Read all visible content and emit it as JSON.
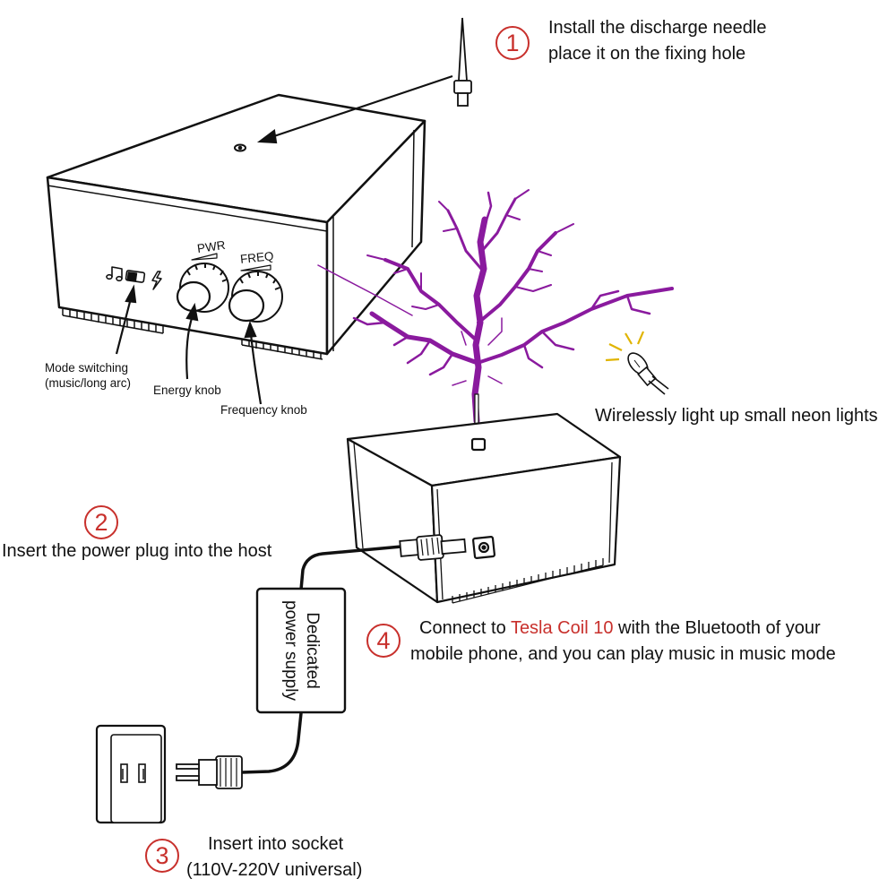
{
  "steps": [
    {
      "number": "1",
      "line1": "Install the discharge needle",
      "line2": "place it on the fixing hole"
    },
    {
      "number": "2",
      "line1": "Insert the power plug into the host"
    },
    {
      "number": "3",
      "line1": "Insert into socket",
      "line2": "(110V-220V universal)"
    },
    {
      "number": "4",
      "line1_before": "Connect to ",
      "app_name": "Tesla Coil 10",
      "line1_after": " with the Bluetooth of your",
      "line2": "mobile phone, and you can play music in music mode"
    }
  ],
  "device": {
    "pwr_label": "PWR",
    "freq_label": "FREQ",
    "mode_switch_label_1": "Mode switching",
    "mode_switch_label_2": "(music/long arc)",
    "energy_knob_label": "Energy knob",
    "frequency_knob_label": "Frequency knob"
  },
  "neon": {
    "label": "Wirelessly light up small neon lights"
  },
  "power_supply": {
    "line1": "Dedicated",
    "line2": "power supply"
  },
  "colors": {
    "step_badge": "#c8302c",
    "app_name": "#c8302c",
    "arc": "#8a1a9e",
    "neon_glow": "#e0b400"
  },
  "icons": [
    "music-note-icon",
    "lightning-icon"
  ]
}
